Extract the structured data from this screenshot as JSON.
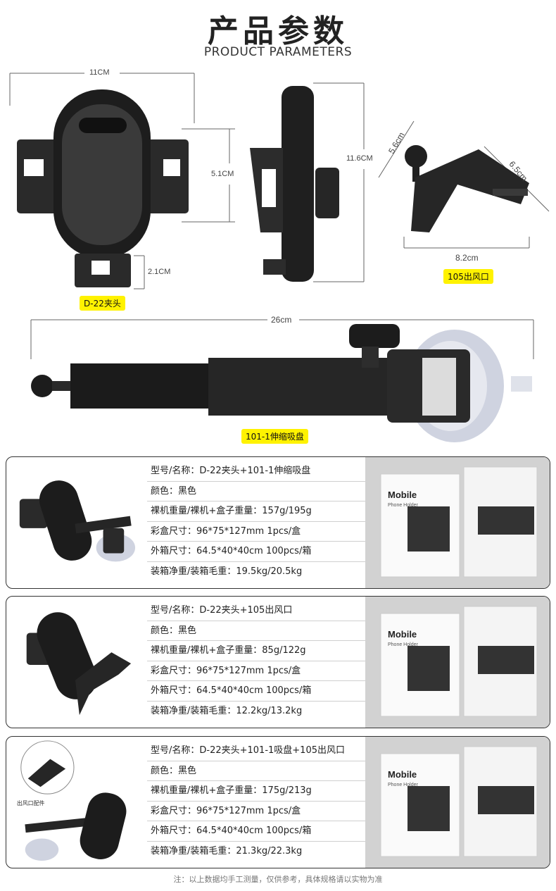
{
  "header": {
    "title_zh": "产品参数",
    "title_en": "PRODUCT PARAMETERS"
  },
  "dimensions": {
    "clip_width": "11CM",
    "clip_inner": "5.1CM",
    "clip_bottom": "2.1CM",
    "side_height": "11.6CM",
    "vent_a": "5.6cm",
    "vent_b": "6.5cm",
    "vent_c": "8.2cm",
    "arm_length": "26cm"
  },
  "tags": {
    "clip": "D-22夹头",
    "vent": "105出风口",
    "suction": "101-1伸缩吸盘"
  },
  "specs": [
    {
      "rows": [
        "型号/名称：D-22夹头+101-1伸缩吸盘",
        "颜色：黑色",
        "裸机重量/裸机+盒子重量：157g/195g",
        "彩盒尺寸：96*75*127mm    1pcs/盒",
        "外箱尺寸：64.5*40*40cm    100pcs/箱",
        "装箱净重/装箱毛重：19.5kg/20.5kg"
      ]
    },
    {
      "rows": [
        "型号/名称：D-22夹头+105出风口",
        "颜色：黑色",
        "裸机重量/裸机+盒子重量：85g/122g",
        "彩盒尺寸：96*75*127mm    1pcs/盒",
        "外箱尺寸：64.5*40*40cm    100pcs/箱",
        "装箱净重/装箱毛重：12.2kg/13.2kg"
      ]
    },
    {
      "rows": [
        "型号/名称：D-22夹头+101-1吸盘+105出风口",
        "颜色：黑色",
        "裸机重量/裸机+盒子重量：175g/213g",
        "彩盒尺寸：96*75*127mm    1pcs/盒",
        "外箱尺寸：64.5*40*40cm    100pcs/箱",
        "装箱净重/装箱毛重：21.3kg/22.3kg"
      ]
    }
  ],
  "box_print": {
    "brand_line1": "Mobile",
    "brand_line2": "Phone Holder"
  },
  "vent_accessory_label": "出风口配件",
  "footnote": "注：以上数据均手工测量，仅供参考，具体规格请以实物为准",
  "colors": {
    "tag_yellow": "#fff200",
    "product_black": "#1d1d1d",
    "panel_grey": "#d2d2d2"
  }
}
